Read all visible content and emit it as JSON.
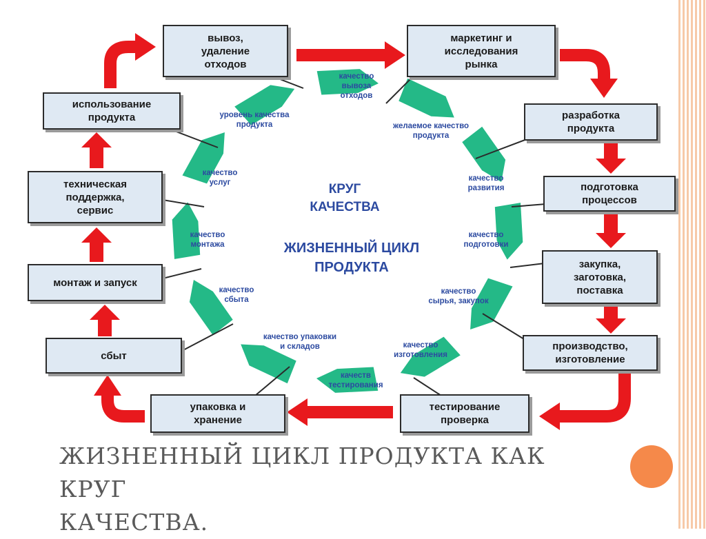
{
  "title": "ЖИЗНЕННЫЙ ЦИКЛ ПРОДУКТА КАК КРУГ\nКАЧЕСТВА.",
  "center": {
    "line1": "КРУГ\nКАЧЕСТВА",
    "line2": "ЖИЗНЕННЫЙ ЦИКЛ\nПРОДУКТА"
  },
  "stages": [
    "вывоз,\nудаление\nотходов",
    "маркетинг и\nисследования\nрынка",
    "разработка\nпродукта",
    "подготовка\nпроцессов",
    "закупка,\nзаготовка,\nпоставка",
    "производство,\nизготовление",
    "тестирование\nпроверка",
    "упаковка и\nхранение",
    "сбыт",
    "монтаж и запуск",
    "техническая\nподдержка,\nсервис",
    "использование\nпродукта"
  ],
  "qualities": [
    "качество\nвывоза\nотходов",
    "желаемое качество\nпродукта",
    "качество\nразвития",
    "качество\nподготовки",
    "качество\nсырья, закупок",
    "качество\nизготовления",
    "качеств\nтестирования",
    "качество упаковки\nи складов",
    "качество\nсбыта",
    "качество\nмонтажа",
    "качество\nуслуг",
    "уровень качества\nпродукта"
  ],
  "colors": {
    "arrow_red": "#e8191d",
    "ring_green": "#24b987",
    "label_blue": "#2c4aa0",
    "box_fill": "#dfe9f3",
    "accent_orange": "#f5894a"
  }
}
